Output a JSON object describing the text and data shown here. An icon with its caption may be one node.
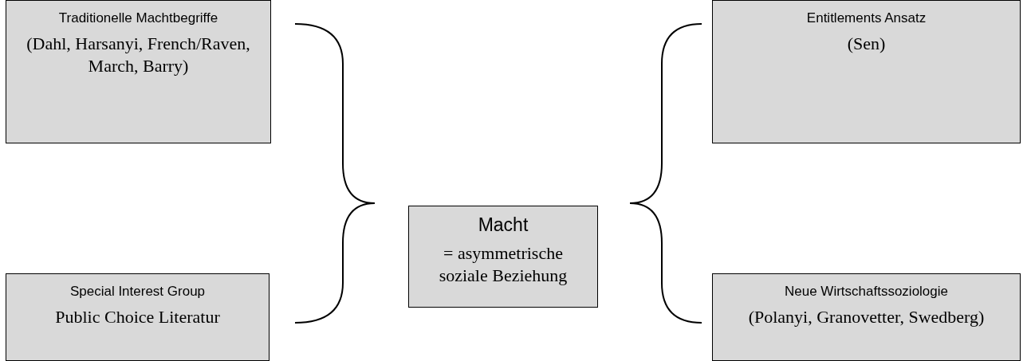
{
  "diagram": {
    "nodes": [
      {
        "text": [
          "Traditionelle Machtbegriffe",
          "(Dahl, Harsanyi, French/Raven, March, Barry)"
        ]
      },
      {
        "text": [
          "Entitlements Ansatz",
          "(Sen)"
        ]
      },
      {
        "text": [
          "Macht",
          "= asymmetrische soziale Beziehung"
        ]
      },
      {
        "text": [
          "Special Interest Group",
          "Public Choice Literatur"
        ]
      },
      {
        "text": [
          "Neue Wirtschaftssoziologie",
          "(Polanyi, Granovetter, Swedberg)"
        ]
      }
    ]
  }
}
